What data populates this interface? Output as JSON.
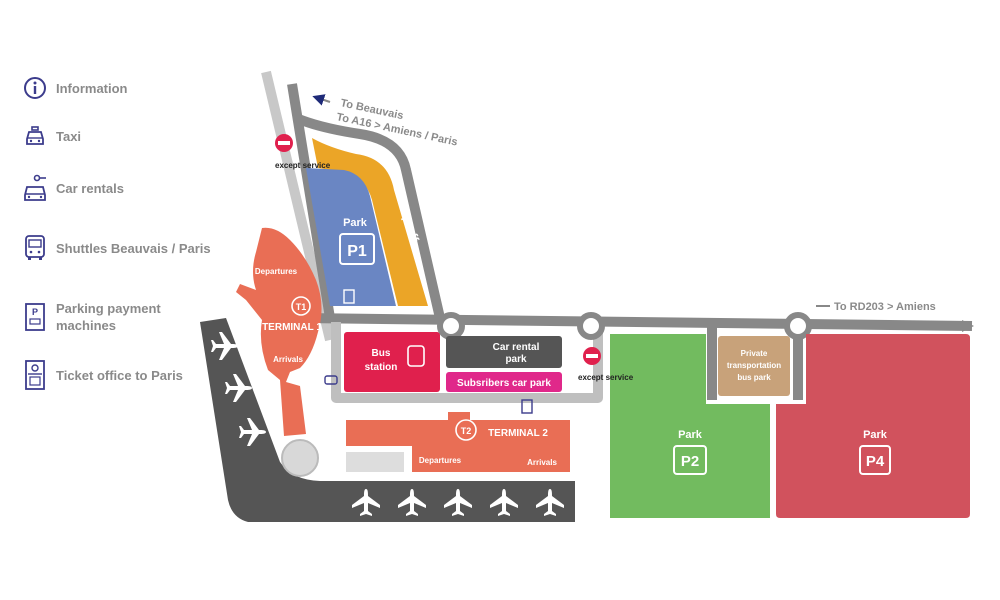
{
  "colors": {
    "road": "#888888",
    "p1": "#6a86c3",
    "dropoff": "#eba527",
    "terminal": "#e96e55",
    "bus": "#e0204d",
    "subscribers": "#e0288a",
    "car_rental": "#555555",
    "p2": "#72bb5f",
    "p4": "#d1525d",
    "private_bus": "#c8a27a",
    "runway": "#555555",
    "legend_icon": "#3c3c8c",
    "arrow": "#1e2a78"
  },
  "legend": [
    {
      "icon": "info-icon",
      "label": "Information"
    },
    {
      "icon": "taxi-icon",
      "label": "Taxi"
    },
    {
      "icon": "car-rental-icon",
      "label": "Car rentals"
    },
    {
      "icon": "bus-icon",
      "label": "Shuttles Beauvais / Paris"
    },
    {
      "icon": "parking-meter-icon",
      "label": "Parking payment machines"
    },
    {
      "icon": "ticket-office-icon",
      "label": "Ticket office to Paris"
    }
  ],
  "map": {
    "to_beauvais": "To Beauvais",
    "to_a16": "To A16 > Amiens / Paris",
    "to_rd203": "To RD203 > Amiens",
    "except_service": "except service",
    "p1": {
      "park": "Park",
      "code": "P1"
    },
    "dropoff": "Drop-off",
    "t1": {
      "badge": "T1",
      "name": "TERMINAL 1",
      "departures": "Departures",
      "arrivals": "Arrivals"
    },
    "t2": {
      "badge": "T2",
      "name": "TERMINAL 2",
      "departures": "Departures",
      "arrivals": "Arrivals"
    },
    "bus_station": {
      "line1": "Bus",
      "line2": "station"
    },
    "car_rental_park": {
      "line1": "Car rental",
      "line2": "park"
    },
    "subscribers": "Subsribers car park",
    "private_bus": {
      "line1": "Private",
      "line2": "transportation",
      "line3": "bus park"
    },
    "p2": {
      "park": "Park",
      "code": "P2"
    },
    "p4": {
      "park": "Park",
      "code": "P4"
    }
  }
}
